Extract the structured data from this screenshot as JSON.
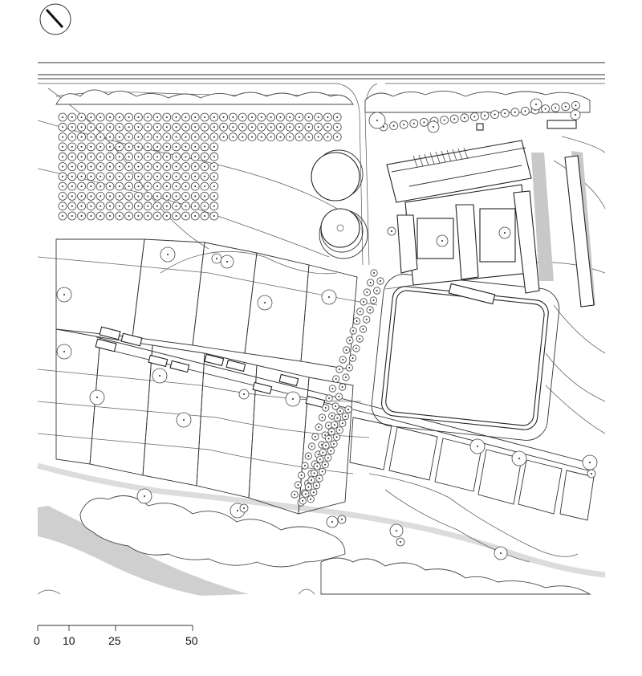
{
  "map": {
    "scale_bar": {
      "labels": [
        "0",
        "10",
        "25",
        "50"
      ]
    },
    "north_arrow": {
      "icon": "north-arrow-icon"
    },
    "colors": {
      "line": "#333333",
      "river": "#cfcfcf",
      "shadow": "#c8c8c8",
      "background": "#ffffff"
    }
  }
}
